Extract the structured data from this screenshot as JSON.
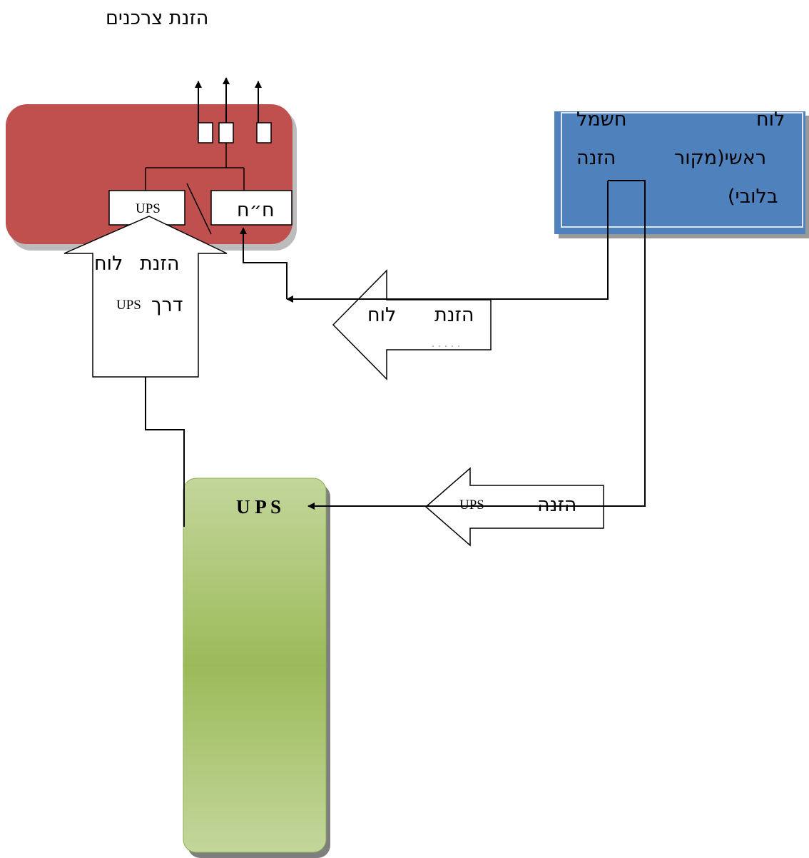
{
  "title": "הזנת צרכנים",
  "main_panel": {
    "line1_word1": "לוח",
    "line1_word2": "חשמל",
    "line2_word1": "ראשי(מקור",
    "line2_word2": "הזנה",
    "line3": "בלובי)",
    "fill": "#4f81bd"
  },
  "consumer_panel": {
    "fill": "#c0504d",
    "ups_box_label": "UPS",
    "mains_box_label": "ח״ח"
  },
  "arrow_panel_feed": {
    "word1": "הזנת",
    "word2": "לוח"
  },
  "arrow_ups_feed": {
    "word1": "הזנה",
    "word2": "UPS"
  },
  "arrow_panel_via_ups": {
    "line1_word1": "הזנת",
    "line1_word2": "לוח",
    "line2_word1": "דרך",
    "line2_word2": "UPS"
  },
  "ups_unit": {
    "label": "U P S",
    "fill_light": "#c3d69b",
    "fill_mid": "#9bbb59"
  }
}
